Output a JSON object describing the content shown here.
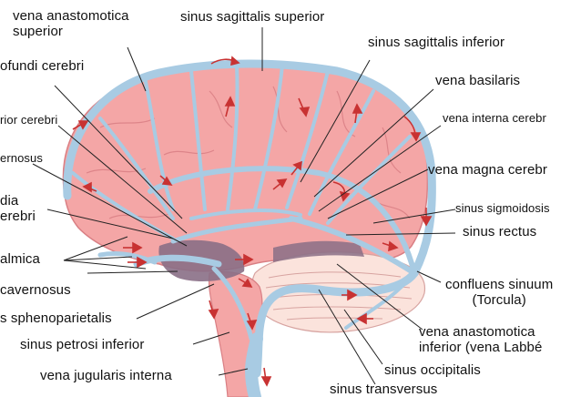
{
  "colors": {
    "brain_fill": "#f4a6a6",
    "brain_fold": "#d97f84",
    "vein": "#a8cbe3",
    "vein_edge": "#88b4d3",
    "dark_sinus": "#8a6f86",
    "cerebellum": "#fbe3dc",
    "cerebellum_lines": "#d7a3a0",
    "arrow": "#c83232",
    "leader": "#222222",
    "text": "#111111"
  },
  "labels": {
    "vena_anastomotica_superior": [
      "vena anastomotica",
      "superior"
    ],
    "profundi_cerebri": "ofundi cerebri",
    "superior_cerebri": "rior cerebri",
    "cavernosus_top": "ernosus",
    "media_cerebri": [
      "dia",
      "erebri"
    ],
    "ophthalmica": "almica",
    "cavernosus": "cavernosus",
    "sphenoparietalis": "s sphenoparietalis",
    "sinus_petrosi_inferior": "sinus petrosi inferior",
    "vena_jugularis_interna": "vena jugularis interna",
    "sinus_sagittalis_superior": "sinus sagittalis superior",
    "sinus_sagittalis_inferior": "sinus sagittalis inferior",
    "vena_basilaris": "vena basilaris",
    "vena_interna_cerebri": "vena interna cerebr",
    "vena_magna_cerebri": "vena magna cerebr",
    "sinus_sigmoidosis": "sinus sigmoidosis",
    "sinus_rectus": "sinus rectus",
    "confluens_sinuum": [
      "confluens sinuum",
      "(Torcula)"
    ],
    "vena_anastomotica_inferior": [
      "vena anastomotica",
      "inferior (vena Labbé"
    ],
    "sinus_occipitalis": "sinus occipitalis",
    "sinus_transversus": "sinus transversus"
  }
}
